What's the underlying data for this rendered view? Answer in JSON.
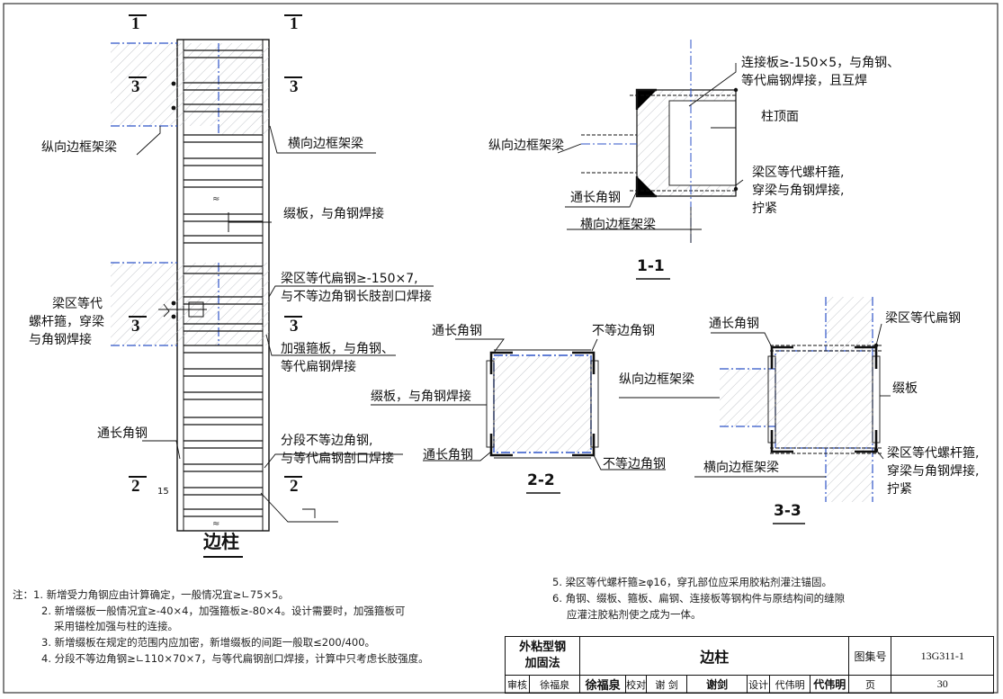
{
  "elevation": {
    "title": "边柱",
    "sections": {
      "s1": "1",
      "s2": "2",
      "s3": "3"
    },
    "dim_15": "15",
    "labels": {
      "long_beam": "纵向边框架梁",
      "trans_beam": "横向边框架梁",
      "batten": "缀板，与角钢焊接",
      "flat_steel_1": "梁区等代扁钢≥-150×7,",
      "flat_steel_2": "与不等边角钢长肢剖口焊接",
      "bolt_1": "梁区等代",
      "bolt_2": "螺杆箍，穿梁",
      "bolt_3": "与角钢焊接",
      "hoop_1": "加强箍板，与角钢、",
      "hoop_2": "等代扁钢焊接",
      "through_angle": "通长角钢",
      "seg_angle_1": "分段不等边角钢,",
      "seg_angle_2": "与等代扁钢剖口焊接"
    }
  },
  "sec11": {
    "title": "1-1",
    "labels": {
      "conn_1": "连接板≥-150×5，与角钢、",
      "conn_2": "等代扁钢焊接，且互焊",
      "col_top": "柱顶面",
      "long_beam": "纵向边框架梁",
      "bolt_1": "梁区等代螺杆箍,",
      "bolt_2": "穿梁与角钢焊接,",
      "bolt_3": "拧紧",
      "through_angle": "通长角钢",
      "trans_beam": "横向边框架梁"
    }
  },
  "sec22": {
    "title": "2-2",
    "labels": {
      "through_angle_top": "通长角钢",
      "unequal_top": "不等边角钢",
      "batten": "缀板，与角钢焊接",
      "through_angle_bot": "通长角钢",
      "unequal_bot": "不等边角钢"
    }
  },
  "sec33": {
    "title": "3-3",
    "labels": {
      "through_angle": "通长角钢",
      "flat_steel": "梁区等代扁钢",
      "long_beam": "纵向边框架梁",
      "batten": "缀板",
      "bolt_1": "梁区等代螺杆箍,",
      "bolt_2": "穿梁与角钢焊接,",
      "bolt_3": "拧紧",
      "trans_beam": "横向边框架梁"
    }
  },
  "notes": {
    "n1": "注：1. 新增受力角钢应由计算确定，一般情况宜≥∟75×5。",
    "n2a": "2. 新增缀板一般情况宜≥-40×4，加强箍板≥-80×4。设计需要时，加强箍板可",
    "n2b": "采用锚栓加强与柱的连接。",
    "n3": "3. 新增缀板在规定的范围内应加密，新增缀板的间距一般取≤200/400。",
    "n4": "4. 分段不等边角钢≥∟110×70×7，与等代扁钢剖口焊接，计算中只考虑长肢强度。",
    "n5": "5. 梁区等代螺杆箍≥φ16，穿孔部位应采用胶粘剂灌注锚固。",
    "n6a": "6. 角钢、缀板、箍板、扁钢、连接板等钢构件与原结构间的缝隙",
    "n6b": "应灌注胶粘剂使之成为一体。"
  },
  "title_block": {
    "category_1": "外粘型钢",
    "category_2": "加固法",
    "drawing_title": "边柱",
    "atlas_label": "图集号",
    "atlas_no": "13G311-1",
    "review_label": "审核",
    "reviewer": "徐福泉",
    "reviewer_sign": "徐福泉",
    "check_label": "校对",
    "checker": "谢 剑",
    "checker_sign": "谢剑",
    "design_label": "设计",
    "designer": "代伟明",
    "designer_sign": "代伟明",
    "page_label": "页",
    "page_no": "30"
  },
  "colors": {
    "line": "#111111",
    "dim_blue": "#2f55c8",
    "hatch": "#9aa0a6"
  }
}
